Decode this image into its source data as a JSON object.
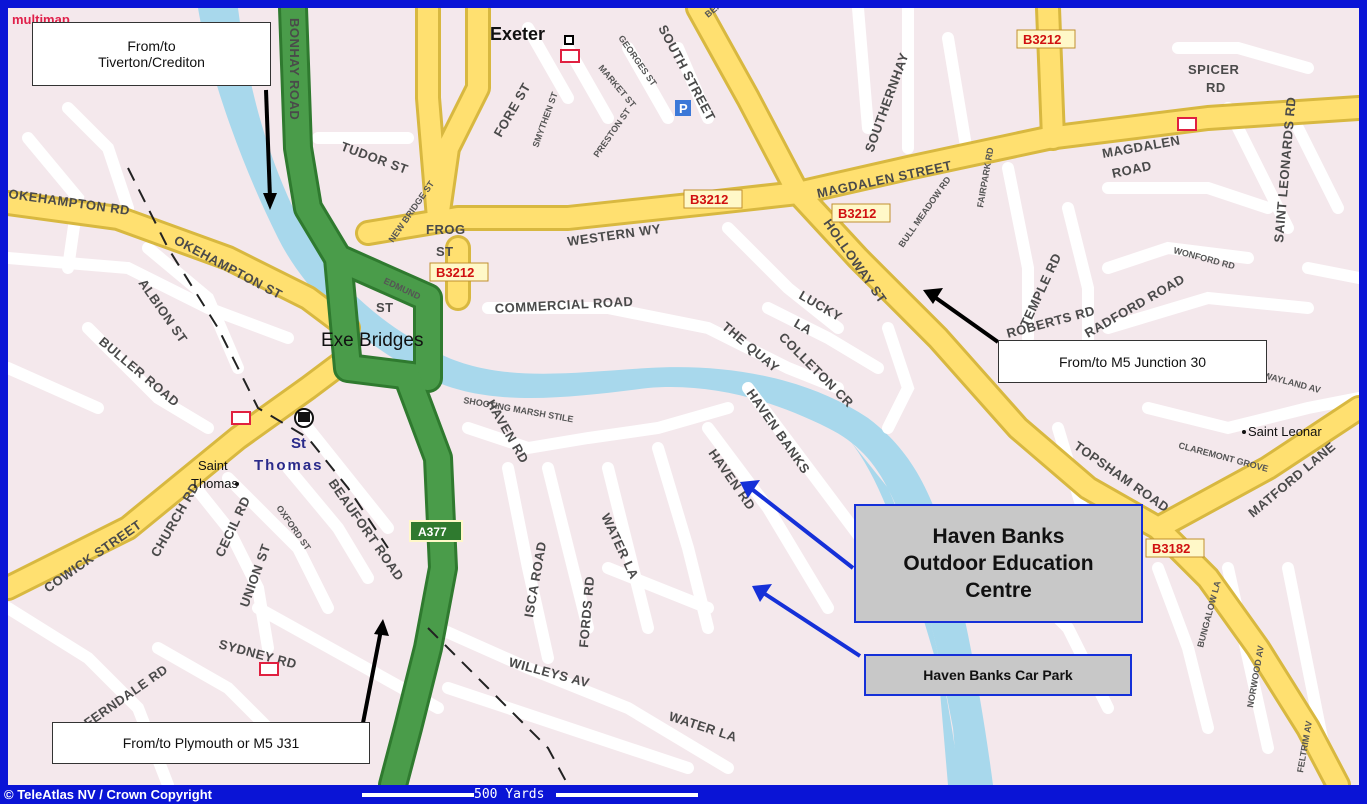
{
  "map": {
    "logo": "multimap",
    "city_label": "Exeter",
    "callouts": {
      "tiverton": "From/to Tiverton/Crediton",
      "m5_j30": "From/to M5 Junction 30",
      "plymouth": "From/to Plymouth or M5 J31",
      "education_centre": "Haven Banks Outdoor Education Centre",
      "car_park": "Haven Banks Car Park"
    },
    "exe_bridges": "Exe Bridges",
    "streets": {
      "bonhay": "BONHAY ROAD",
      "fore_st": "FORE ST",
      "south_street": "SOUTH STREET",
      "market_st": "MARKET ST",
      "bear_st": "BEAR ST",
      "smythen_st": "SMYTHEN ST",
      "preston_st": "PRESTON ST",
      "georges_st": "GEORGES ST",
      "tudor_st": "TUDOR ST",
      "new_bridge_st": "NEW BRIDGE ST",
      "frog": "FROG",
      "st": "ST",
      "western_wy": "WESTERN WY",
      "magdalen_street": "MAGDALEN STREET",
      "magdalen": "MAGDALEN",
      "road": "ROAD",
      "southernhay": "SOUTHERNHAY",
      "spicer": "SPICER",
      "rd": "RD",
      "holloway_st": "HOLLOWAY ST",
      "commercial_road": "COMMERCIAL ROAD",
      "the_quay": "THE QUAY",
      "lucky": "LUCKY",
      "la": "LA",
      "colleton_cr": "COLLETON CR",
      "edmund": "EDMUND",
      "okehampton_st": "OKEHAMPTON ST",
      "okehampton_rd": "OKEHAMPTON RD",
      "albion_st": "ALBION ST",
      "buller_road": "BULLER ROAD",
      "cowick_street": "COWICK STREET",
      "church_rd": "CHURCH RD",
      "cecil_rd": "CECIL RD",
      "union_st": "UNION ST",
      "oxford_st": "OXFORD ST",
      "beaufort_road": "BEAUFORT ROAD",
      "haven_rd": "HAVEN RD",
      "shooting_marsh_stile": "SHOOTING MARSH STILE",
      "haven_banks": "HAVEN BANKS",
      "isca_road": "ISCA ROAD",
      "water_la": "WATER LA",
      "fords_rd": "FORDS RD",
      "willeys_av": "WILLEYS AV",
      "sydney_rd": "SYDNEY RD",
      "ferndale_rd": "FERNDALE RD",
      "topsham_road": "TOPSHAM ROAD",
      "matford_lane": "MATFORD LANE",
      "saint_leonards_rd": "SAINT LEONARDS RD",
      "temple_rd": "TEMPLE RD",
      "roberts_rd": "ROBERTS RD",
      "radford_road": "RADFORD ROAD",
      "wonford_rd": "WONFORD RD",
      "claremont_grove": "CLAREMONT GROVE",
      "bungalow_la": "BUNGALOW LA",
      "norwood_av": "NORWOOD AV",
      "feltrim_av": "FELTRIM AV",
      "wayland_av": "WAYLAND AV",
      "bull_meadow_rd": "BULL MEADOW RD",
      "fairpark_rd": "FAIRPARK RD"
    },
    "shields": {
      "b3212_a": "B3212",
      "b3212_b": "B3212",
      "b3212_c": "B3212",
      "b3212_d": "B3212",
      "b3182": "B3182",
      "a377": "A377"
    },
    "places": {
      "st_thomas_station_1": "St",
      "st_thomas_station_2": "Thomas",
      "saint_thomas_1": "Saint",
      "saint_thomas_2": "Thomas",
      "saint_leonards": "Saint Leonar"
    },
    "copyright": "© TeleAtlas NV / Crown Copyright",
    "scale": "500 Yards",
    "colors": {
      "frame": "#0a14d6",
      "map_bg": "#f4e8ec",
      "major_road": "#ffe070",
      "primary_road": "#4a9c4a",
      "river": "#a8d8ec",
      "arrow_blue": "#1530d8",
      "arrow_black": "#000000"
    }
  }
}
